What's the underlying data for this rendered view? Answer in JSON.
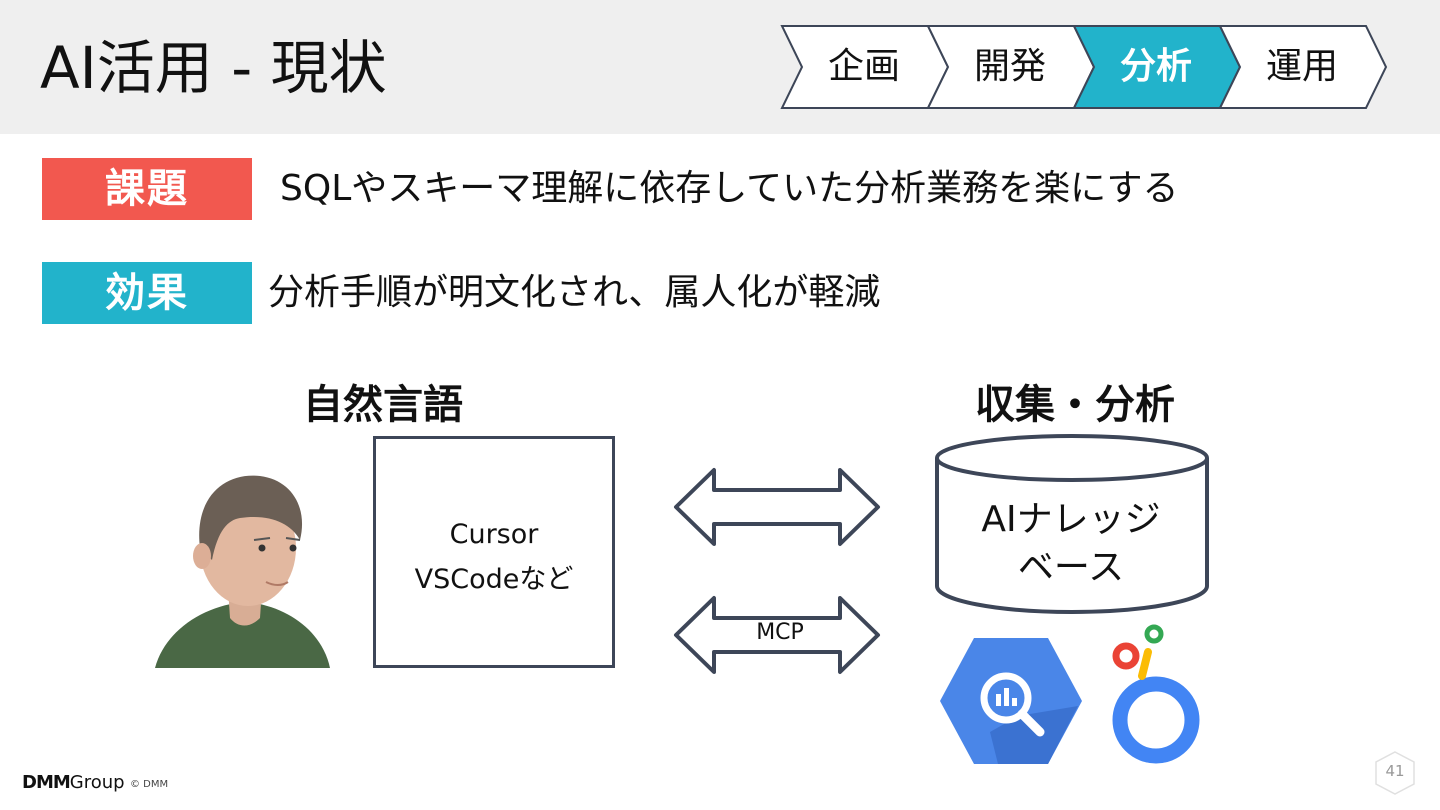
{
  "slide": {
    "title": "AI活用 - 現状",
    "steps": [
      {
        "label": "企画",
        "active": false
      },
      {
        "label": "開発",
        "active": false
      },
      {
        "label": "分析",
        "active": true
      },
      {
        "label": "運用",
        "active": false
      }
    ],
    "issue": {
      "tag": "課題",
      "text": "SQLやスキーマ理解に依存していた分析業務を楽にする"
    },
    "effect": {
      "tag": "効果",
      "text": "分析手順が明文化され、属人化が軽減"
    },
    "left_heading": "自然言語",
    "right_heading": "収集・分析",
    "editor": {
      "line1": "Cursor",
      "line2": "VSCodeなど"
    },
    "knowledge_base": {
      "line1": "AIナレッジ",
      "line2": "ベース"
    },
    "mcp_label": "MCP",
    "footer": {
      "logo_main": "DMM",
      "logo_group": "Group",
      "copyright": "© DMM"
    },
    "page_number": "41"
  },
  "colors": {
    "header_bg": "#efefef",
    "issue_tag": "#f2584f",
    "effect_tag": "#22b3cb",
    "active_step": "#22b3cb",
    "outline": "#3d4658",
    "bigquery_blue": "#4a86e8",
    "looker_blue": "#4285f4"
  },
  "icons": [
    "person-icon",
    "bigquery-icon",
    "looker-icon",
    "double-arrow-icon",
    "page-hexagon-icon"
  ]
}
